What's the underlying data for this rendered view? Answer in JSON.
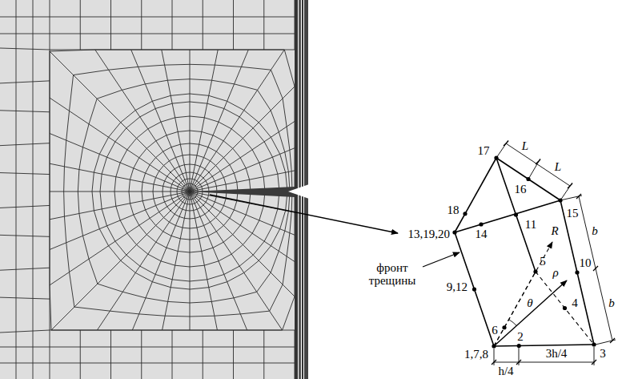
{
  "diagram": {
    "labels": [
      "17",
      "16",
      "L",
      "L",
      "18",
      "15",
      "b",
      "13,19,20",
      "14",
      "11",
      "R",
      "10",
      "b",
      "5",
      "4",
      "ρ",
      "θ",
      "9,12",
      "фронт трещины",
      "6",
      "3",
      "1,7,8",
      "2",
      "h/4",
      "3h/4"
    ]
  }
}
